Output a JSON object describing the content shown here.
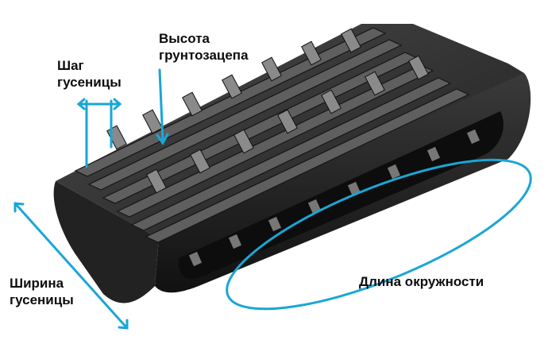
{
  "labels": {
    "track_pitch": "Шаг\nгусеницы",
    "lug_height": "Высота\nгрунтозацепа",
    "track_width": "Ширина\nгусеницы",
    "circumference": "Длина окружности"
  },
  "colors": {
    "annotation": "#1aa6d6",
    "track_rubber": "#1c1c1c",
    "track_highlight": "#5a5a5a",
    "text": "#0d0d0d",
    "background": "#ffffff"
  }
}
